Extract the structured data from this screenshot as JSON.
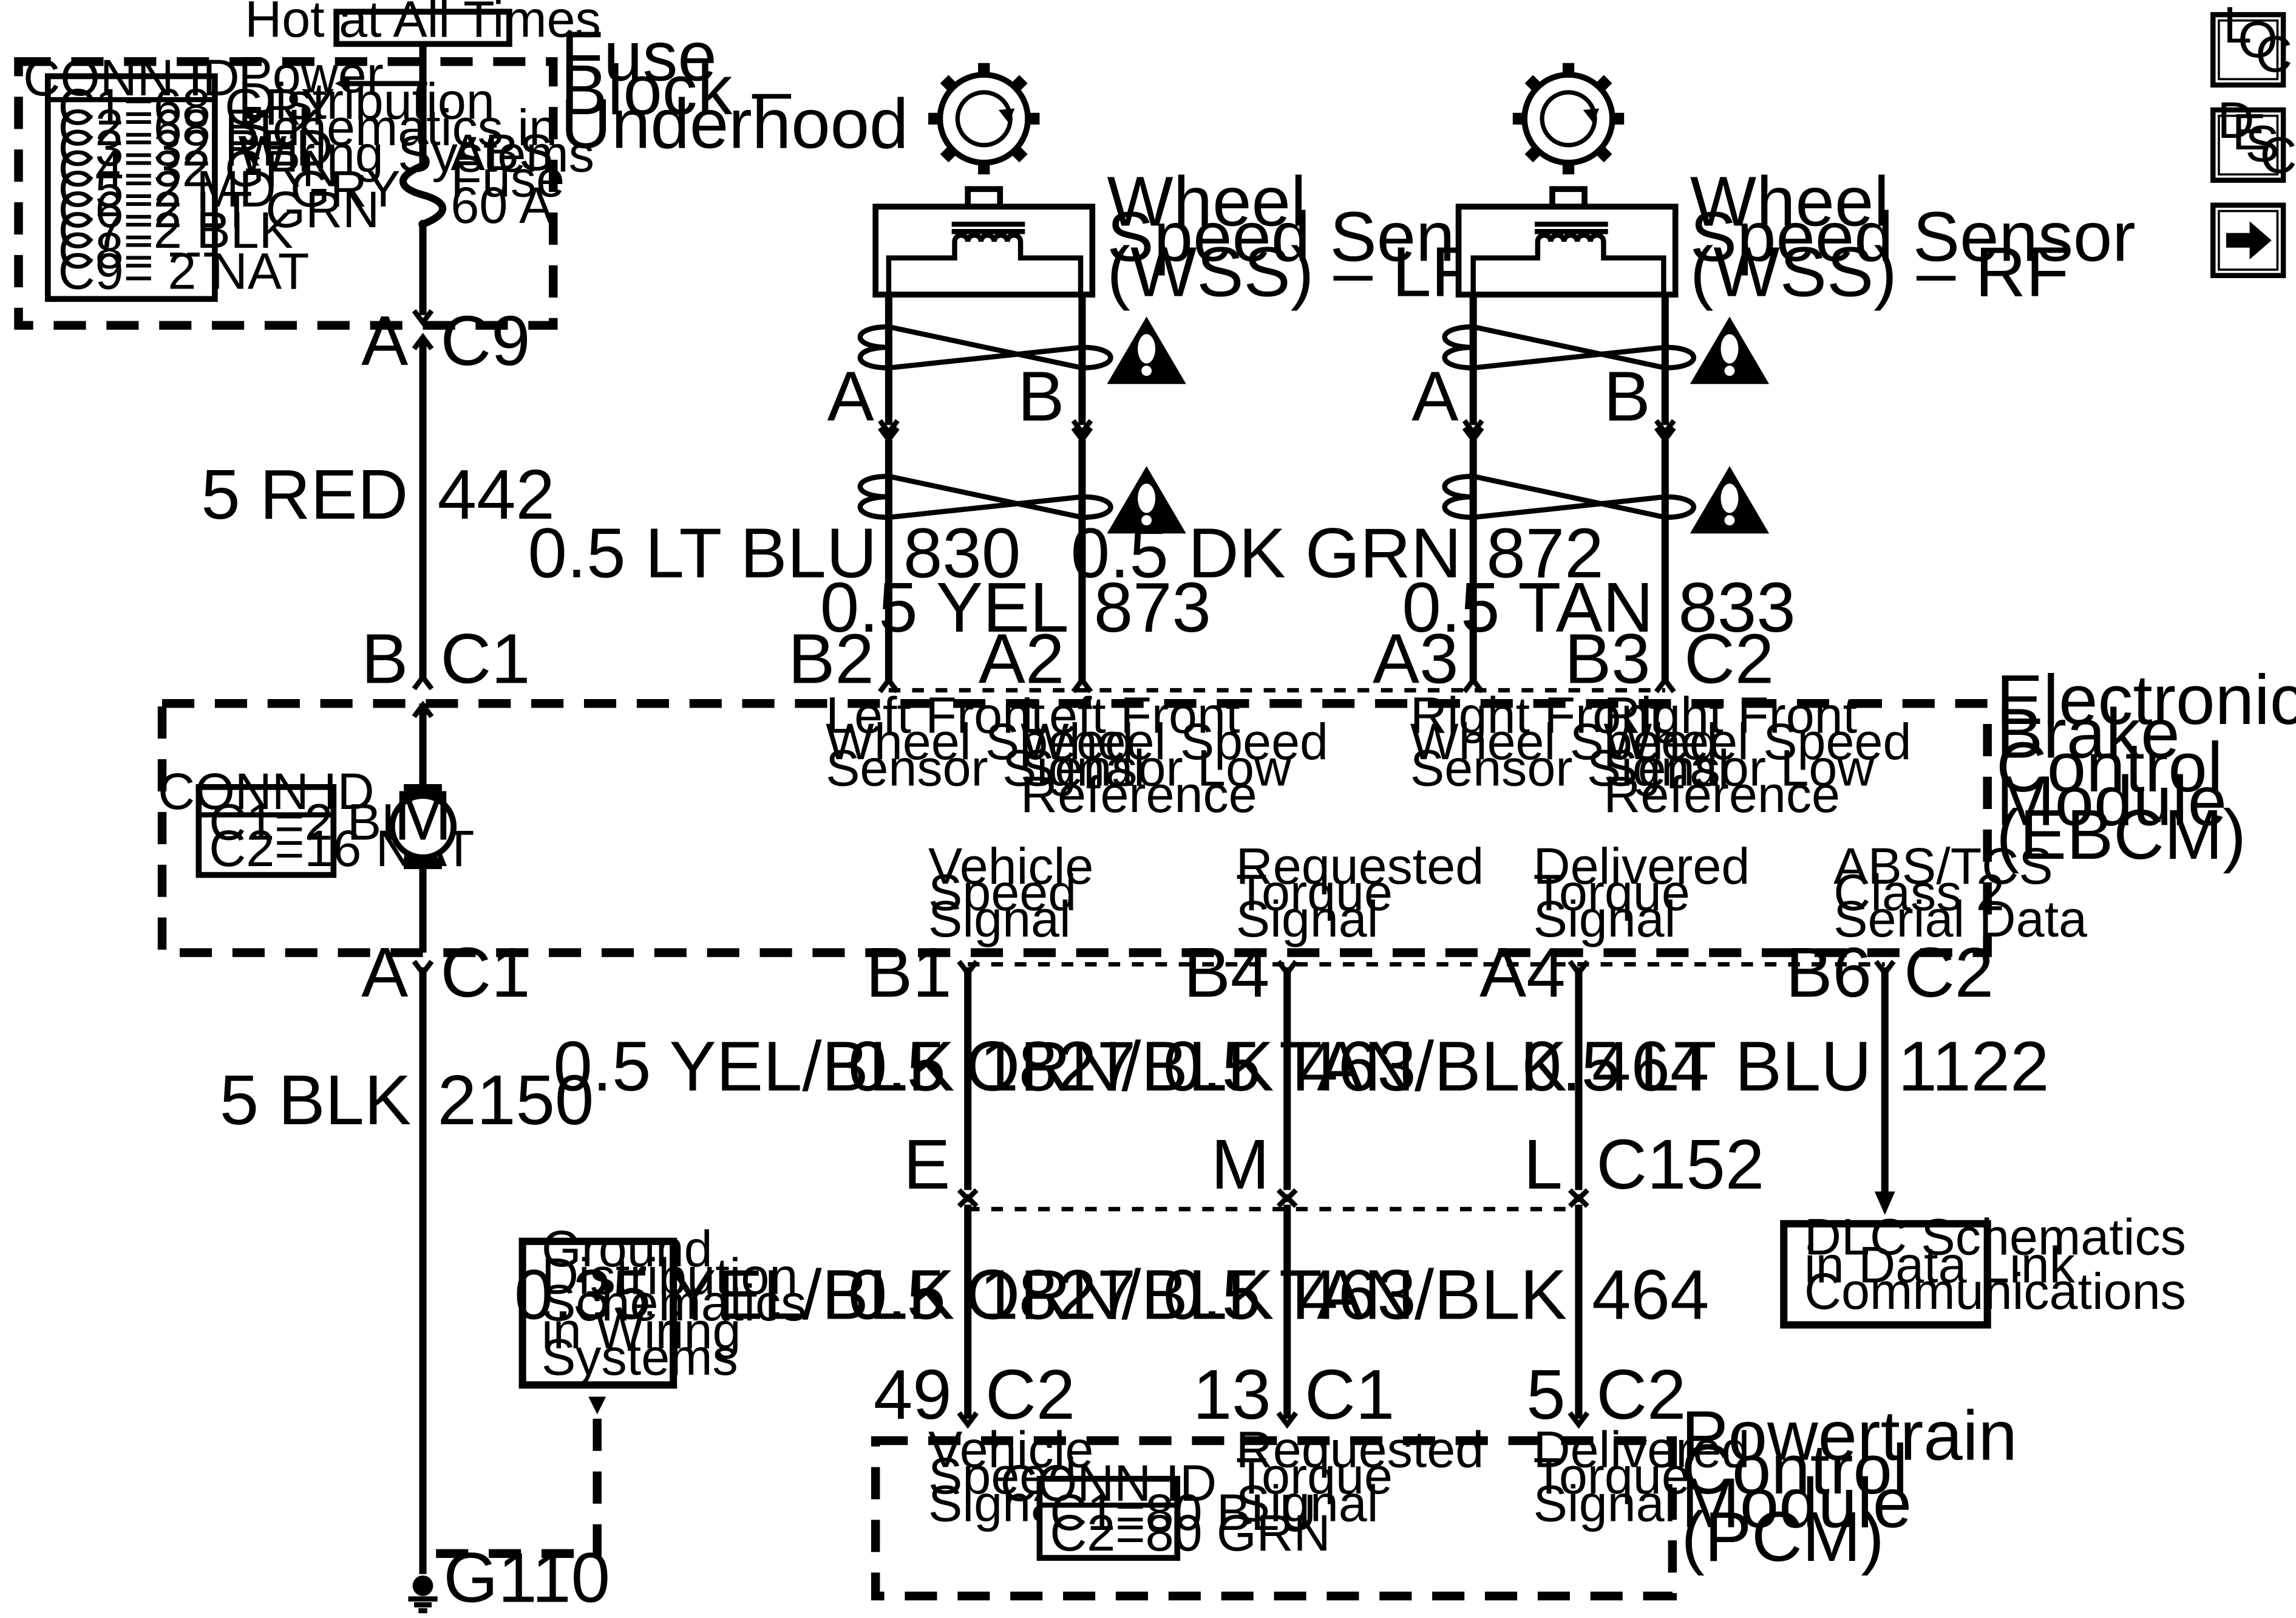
{
  "hot_at_all_times": "Hot at All Times",
  "fuse_block": {
    "title": [
      "Fuse",
      "Block –",
      "Underhood"
    ],
    "conn_id": {
      "header": "CONN ID",
      "lines": [
        "C1=68 GRY",
        "C2=68 BLK",
        "C3=32 RED",
        "C4=32 GRN",
        "C5=2 MD GRY",
        "C6=2 LT GRN",
        "C7=2 BLK",
        "C8= ---",
        "C9= 2 NAT"
      ]
    },
    "power_distribution": [
      "Power",
      "Distribution",
      "Schematics in",
      "Wiring Systems"
    ],
    "fuse_label": [
      "ABS",
      "Fuse",
      "60 A"
    ]
  },
  "wheel_sensors": [
    {
      "title": [
        "Wheel",
        "Speed Sensor",
        "(WSS) – LF"
      ],
      "term_a": "A",
      "term_b": "B"
    },
    {
      "title": [
        "Wheel",
        "Speed Sensor",
        "(WSS) – RF"
      ],
      "term_a": "A",
      "term_b": "B"
    }
  ],
  "wires": {
    "supply_gauge": "5 RED",
    "supply_circuit": "442",
    "ground_gauge": "5 BLK",
    "ground_circuit": "2150",
    "lf_sig_gauge": "0.5 LT BLU",
    "lf_sig_circuit": "830",
    "lf_low_gauge": "0.5 YEL",
    "lf_low_circuit": "873",
    "rf_sig_gauge": "0.5 DK GRN",
    "rf_sig_circuit": "872",
    "rf_low_gauge": "0.5 TAN",
    "rf_low_circuit": "833",
    "vss_gauge": "0.5 YEL/BLK",
    "vss_circuit": "1827",
    "req_gauge": "0.5 ORN/BLK",
    "req_circuit": "463",
    "del_gauge": "0.5 TAN/BLK",
    "del_circuit": "464",
    "serial_gauge": "0.5 LT BLU",
    "serial_circuit": "1122",
    "vss2_gauge": "0.35 YEL/BLK",
    "vss2_circuit": "1827",
    "req2_gauge": "0.5 ORN/BLK",
    "req2_circuit": "463",
    "del2_gauge": "0.5 TAN/BLK",
    "del2_circuit": "464"
  },
  "connectors": {
    "fuse_out_pin": "A",
    "fuse_out_conn": "C9",
    "ebcm_pwr_pin": "B",
    "ebcm_pwr_conn": "C1",
    "ebcm_gnd_pin": "A",
    "ebcm_gnd_conn": "C1",
    "lf_sig_pin": "B2",
    "lf_low_pin": "A2",
    "rf_sig_pin": "A3",
    "rf_low_pin": "B3",
    "top_conn": "C2",
    "vss_pin": "B1",
    "req_pin": "B4",
    "del_pin": "A4",
    "serial_pin": "B6",
    "bottom_conn": "C2",
    "inline_e": "E",
    "inline_m": "M",
    "inline_l": "L",
    "inline_conn": "C152",
    "pcm_vss_pin": "49",
    "pcm_vss_conn": "C2",
    "pcm_req_pin": "13",
    "pcm_req_conn": "C1",
    "pcm_del_pin": "5",
    "pcm_del_conn": "C2"
  },
  "ebcm": {
    "title": [
      "Electronic",
      "Brake",
      "Control",
      "Module",
      "(EBCM)"
    ],
    "conn_id": {
      "header": "CONN ID",
      "lines": [
        "C1=2 BLK",
        "C2=16 NAT"
      ]
    },
    "motor": "M",
    "lf_sig_label": [
      "Left Front",
      "Wheel Speed",
      "Sensor Signal"
    ],
    "lf_low_label": [
      "Left Front",
      "Wheel Speed",
      "Sensor Low",
      "Reference"
    ],
    "rf_sig_label": [
      "Right Front",
      "Wheel Speed",
      "Sensor Signal"
    ],
    "rf_low_label": [
      "Right Front",
      "Wheel Speed",
      "Sensor Low",
      "Reference"
    ],
    "vss_label": [
      "Vehicle",
      "Speed",
      "Signal"
    ],
    "req_label": [
      "Requested",
      "Torque",
      "Signal"
    ],
    "del_label": [
      "Delivered",
      "Torque",
      "Signal"
    ],
    "serial_label": [
      "ABS/TCS",
      "Class 2",
      "Serial Data"
    ]
  },
  "dlc": [
    "DLC Schematics",
    "in Data Link",
    "Communications"
  ],
  "ground_dist": [
    "Ground",
    "Distribution",
    "Schematics",
    "in Wiring",
    "Systems"
  ],
  "ground_label": "G110",
  "pcm": {
    "title": [
      "Powertrain",
      "Control",
      "Module",
      "(PCM)"
    ],
    "conn_id": {
      "header": "CONN ID",
      "lines": [
        "C1=80 BLU",
        "C2=80 GRN"
      ]
    },
    "vss_label": [
      "Vehicle",
      "Speed",
      "Signal"
    ],
    "req_label": [
      "Requested",
      "Torque",
      "Signal"
    ],
    "del_label": [
      "Delivered",
      "Torque",
      "Signal"
    ]
  },
  "nav": {
    "loc": [
      "L",
      "O",
      "C"
    ],
    "desc": [
      "D",
      "E",
      "S",
      "C"
    ]
  }
}
